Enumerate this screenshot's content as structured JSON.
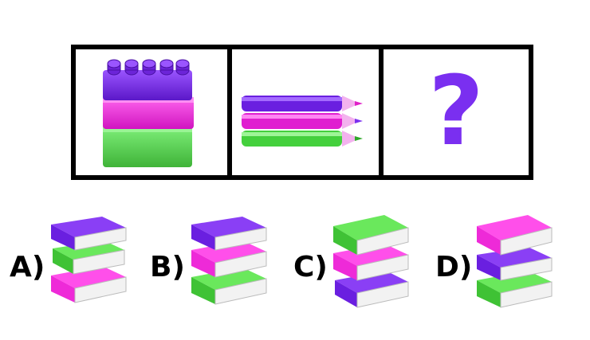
{
  "sequence": {
    "question_mark": "?"
  },
  "options": [
    {
      "label": "A)"
    },
    {
      "label": "B)"
    },
    {
      "label": "C)"
    },
    {
      "label": "D)"
    }
  ],
  "colors": {
    "purple": "#7a2ff0",
    "magenta": "#ee2ad8",
    "green": "#5fe050"
  }
}
